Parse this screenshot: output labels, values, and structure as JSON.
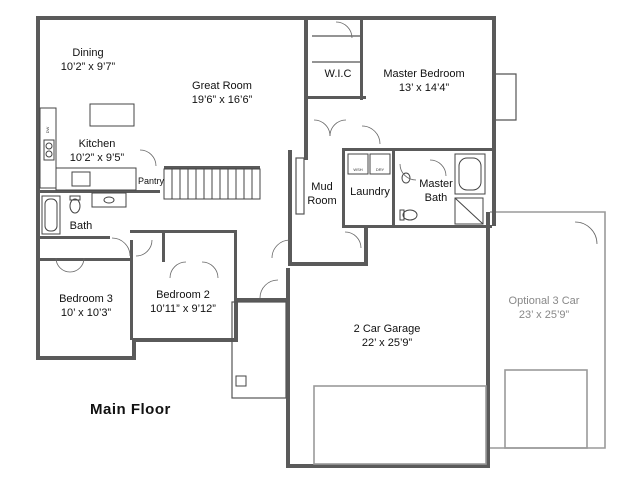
{
  "plan_title": "Main Floor",
  "rooms": {
    "dining": {
      "name": "Dining",
      "dims": "10’2” x 9’7”"
    },
    "great_room": {
      "name": "Great Room",
      "dims": "19’6” x 16’6”"
    },
    "wic": {
      "name": "W.I.C"
    },
    "master_bedroom": {
      "name": "Master Bedroom",
      "dims": "13’ x 14’4”"
    },
    "kitchen": {
      "name": "Kitchen",
      "dims": "10’2” x 9’5”"
    },
    "pantry": {
      "name": "Pantry"
    },
    "mud_room": {
      "name": "Mud",
      "name2": "Room"
    },
    "laundry": {
      "name": "Laundry"
    },
    "master_bath": {
      "name": "Master",
      "name2": "Bath"
    },
    "bath": {
      "name": "Bath"
    },
    "bedroom_2": {
      "name": "Bedroom 2",
      "dims": "10’11” x 9’12”"
    },
    "bedroom_3": {
      "name": "Bedroom 3",
      "dims": "10’ x 10’3”"
    },
    "garage": {
      "name": "2 Car Garage",
      "dims": "22’ x 25’9”"
    },
    "optional_garage": {
      "name": "Optional 3 Car",
      "dims": "23’ x 25’9”"
    }
  },
  "appliances": {
    "washer": "WSH",
    "dryer": "DRY",
    "dishwasher": "DW"
  }
}
